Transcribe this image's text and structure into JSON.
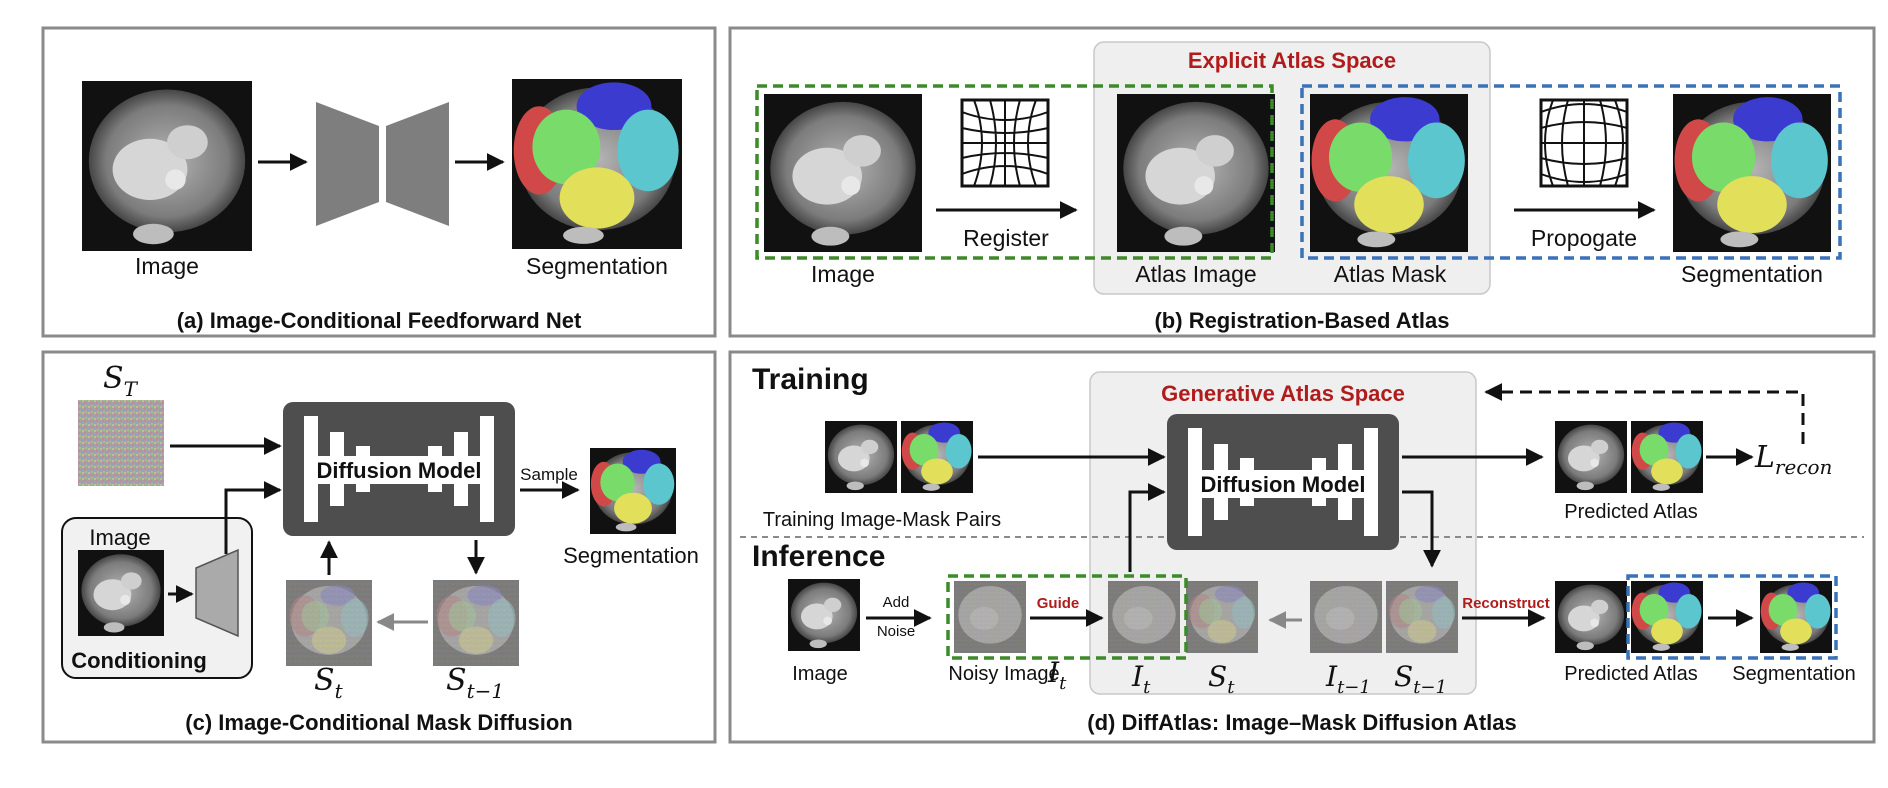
{
  "panels": {
    "a": {
      "caption": "(a) Image-Conditional Feedforward Net",
      "image_label": "Image",
      "output_label": "Segmentation"
    },
    "b": {
      "caption": "(b) Registration-Based Atlas",
      "space_title": "Explicit Atlas Space",
      "image_label": "Image",
      "register_label": "Register",
      "atlas_image_label": "Atlas Image",
      "atlas_mask_label": "Atlas Mask",
      "propagate_label": "Propogate",
      "output_label": "Segmentation"
    },
    "c": {
      "caption": "(c) Image-Conditional Mask Diffusion",
      "noise_var": "S",
      "noise_sub": "T",
      "model_label": "Diffusion Model",
      "sample_label": "Sample",
      "output_label": "Segmentation",
      "image_label": "Image",
      "conditioning_label": "Conditioning",
      "st_var": "S",
      "st_sub": "t",
      "st1_var": "S",
      "st1_sub": "t−1"
    },
    "d": {
      "caption": "(d) DiffAtlas: Image–Mask Diffusion Atlas",
      "training_label": "Training",
      "inference_label": "Inference",
      "space_title": "Generative Atlas Space",
      "model_label": "Diffusion Model",
      "pairs_label": "Training Image-Mask Pairs",
      "predicted_atlas_label": "Predicted Atlas",
      "loss_var": "L",
      "loss_sub": "recon",
      "image_label": "Image",
      "add_label": "Add",
      "noise_label": "Noise",
      "guide_label": "Guide",
      "noisy_image_label": "Noisy Image",
      "it_var": "I",
      "it_sub": "t",
      "st_var": "S",
      "st_sub": "t",
      "it1_var": "I",
      "it1_sub": "t−1",
      "st1_var": "S",
      "st1_sub": "t−1",
      "reconstruct_label": "Reconstruct",
      "predicted_atlas2_label": "Predicted Atlas",
      "output_label": "Segmentation"
    }
  },
  "colors": {
    "title_red": "#b01c1c",
    "green_dash": "#3c8a2a",
    "blue_dash": "#3a72b8",
    "model_dark": "#4e4e4e",
    "space_bg": "#efefef",
    "seg_blue": "#3b3bcf",
    "seg_cyan": "#5cc6cf",
    "seg_green": "#79db6a",
    "seg_red": "#d04848",
    "seg_yellow": "#e2e05a"
  }
}
